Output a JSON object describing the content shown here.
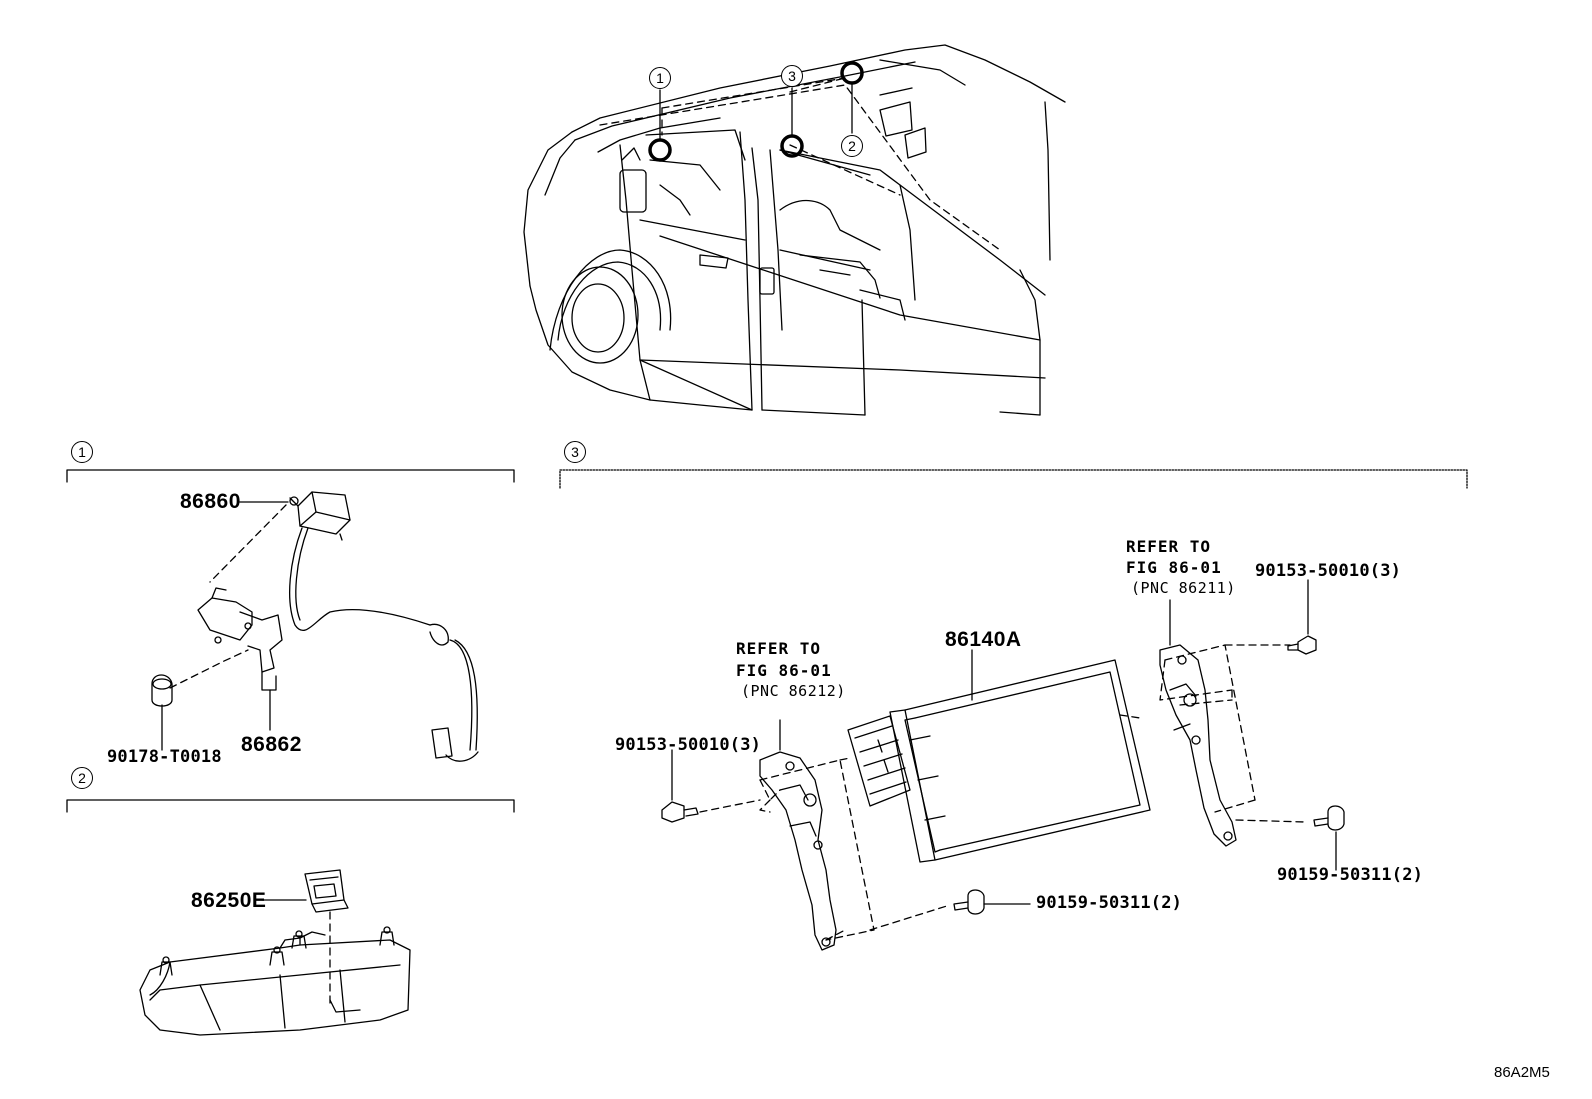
{
  "sections": [
    {
      "id": "1",
      "marker": "1"
    },
    {
      "id": "2",
      "marker": "2"
    },
    {
      "id": "3",
      "marker": "3"
    }
  ],
  "vehicle_markers": [
    "1",
    "3",
    "2"
  ],
  "parts": {
    "p86860": "86860",
    "p86862": "86862",
    "p90178": "90178-T0018",
    "p86250E": "86250E",
    "p86140A": "86140A",
    "bolt_left": "90153-50010(3)",
    "bolt_right": "90153-50010(3)",
    "screw_bottom": "90159-50311(2)",
    "screw_right": "90159-50311(2)"
  },
  "references": {
    "left": {
      "line1": "REFER TO",
      "line2": "FIG 86-01",
      "line3": "(PNC 86212)"
    },
    "right": {
      "line1": "REFER TO",
      "line2": "FIG 86-01",
      "line3": "(PNC 86211)"
    }
  },
  "diagram_code": "86A2M5"
}
